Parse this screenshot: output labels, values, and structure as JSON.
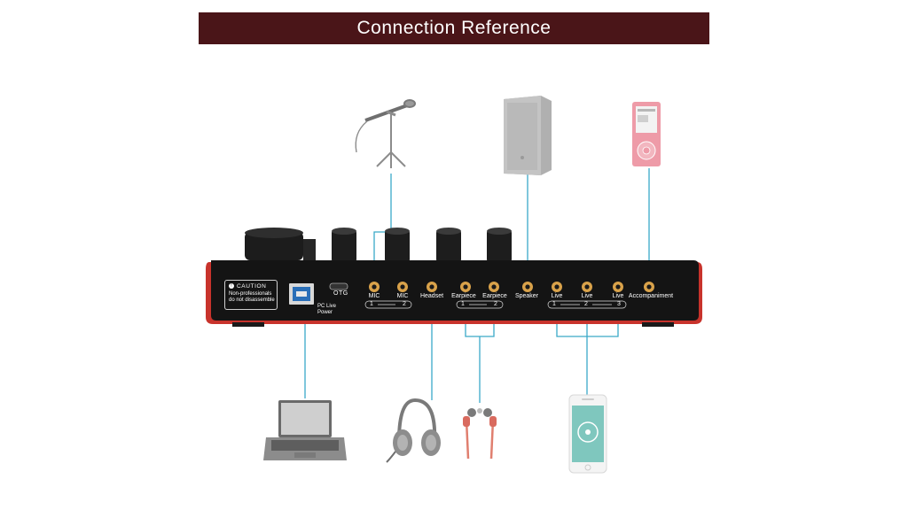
{
  "title": "Connection Reference",
  "caution": {
    "icon": "info-icon",
    "heading": "CAUTION",
    "line1": "Non-professionals",
    "line2": "do not disassemble"
  },
  "ports": {
    "otg": "OTG",
    "pc_live": "PC Live",
    "power": "Power",
    "mic": "MIC",
    "headset": "Headset",
    "earpiece": "Earpiece",
    "speaker": "Speaker",
    "live": "Live",
    "accompaniment": "Accompaniment",
    "num1": "1",
    "num2": "2",
    "num3": "3"
  },
  "devices": {
    "top": [
      "microphone-icon",
      "speaker-cabinet-icon",
      "media-player-icon"
    ],
    "bottom": [
      "laptop-icon",
      "headphones-icon",
      "earphones-icon",
      "smartphone-icon"
    ]
  },
  "colors": {
    "title_bg": "#4a1518",
    "connector_line": "#3aa9c8",
    "body_red": "#c8332c",
    "port_ring": "#d9a24a"
  }
}
